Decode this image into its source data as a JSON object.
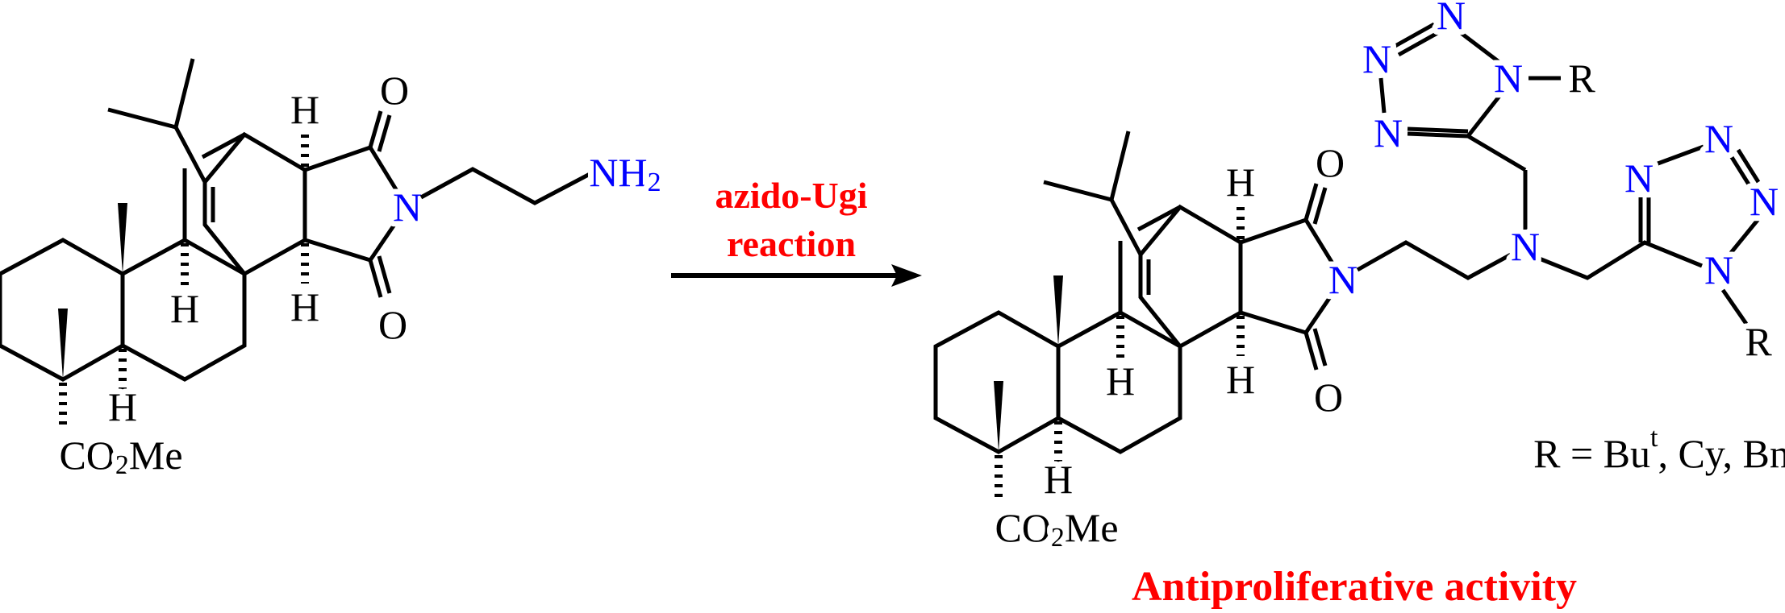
{
  "reactant": {
    "labels": {
      "h": "H",
      "o": "O",
      "n": "N",
      "co": "CO",
      "co_sub": "2",
      "me": "Me"
    },
    "amine": {
      "nh": "NH",
      "sub": "2"
    }
  },
  "arrow": {
    "line1": "azido-Ugi",
    "line2": "reaction"
  },
  "product": {
    "amine_n": "N",
    "tetrazole_n": "N",
    "r": "R",
    "r_definition": {
      "prefix": "R = Bu",
      "sup": "t",
      "suffix": ", Cy, Bn"
    },
    "activity": "Antiproliferative activity"
  },
  "colors": {
    "heteroatom": "#0000ff",
    "highlight": "#ff0000",
    "bond": "#000000"
  }
}
